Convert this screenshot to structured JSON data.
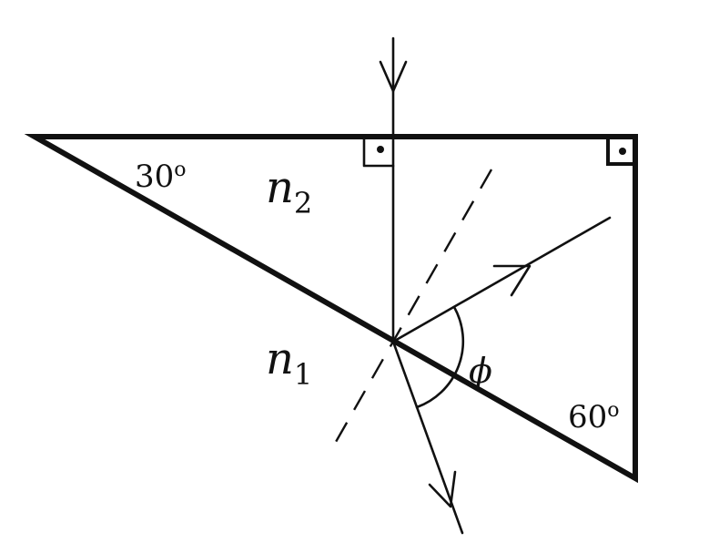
{
  "labels": {
    "angle_top_left": "30",
    "angle_top_left_unit": "o",
    "angle_bottom_right": "60",
    "angle_bottom_right_unit": "o",
    "medium_upper": "n",
    "medium_upper_sub": "2",
    "medium_lower": "n",
    "medium_lower_sub": "1",
    "angle_phi": "ϕ"
  },
  "colors": {
    "ink": "#111111",
    "background": "#ffffff"
  }
}
